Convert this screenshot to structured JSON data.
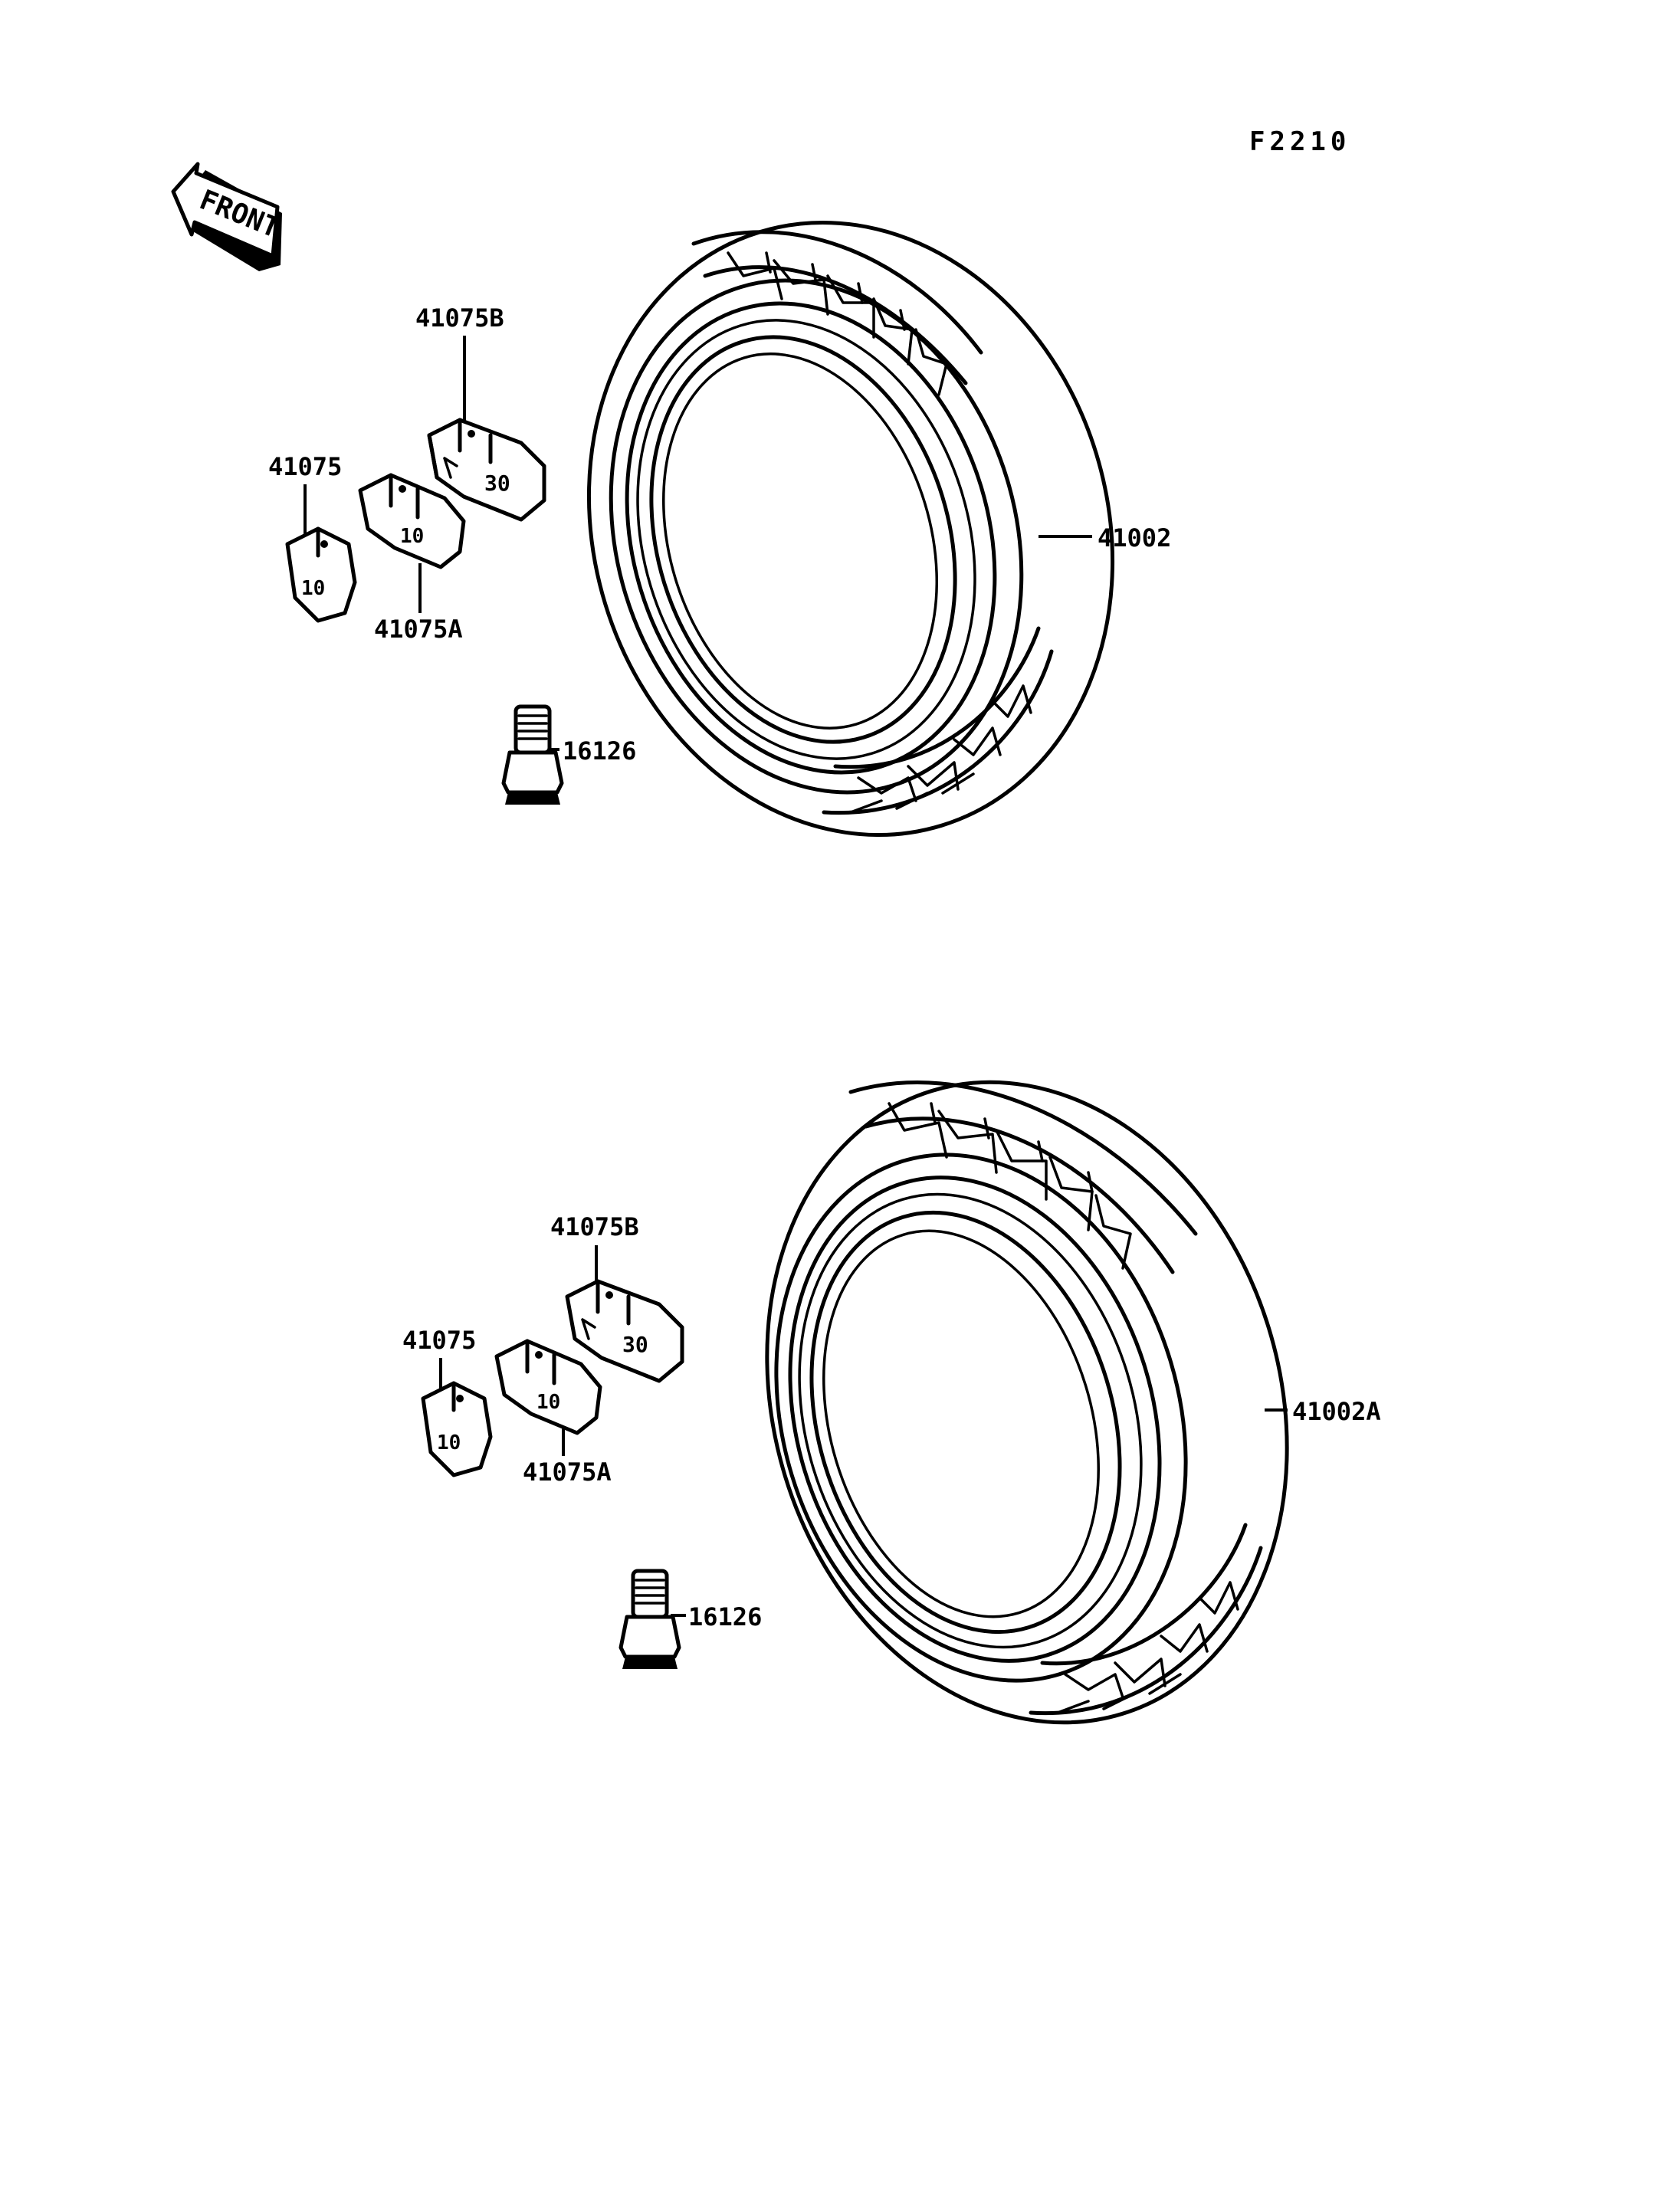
{
  "figure_code": "F2210",
  "front_label": "FRONT",
  "upper_group": {
    "tire": "41002",
    "weight": "41075",
    "weight_a": "41075A",
    "weight_b": "41075B",
    "valve": "16126"
  },
  "lower_group": {
    "tire": "41002A",
    "weight": "41075",
    "weight_a": "41075A",
    "weight_b": "41075B",
    "valve": "16126"
  },
  "weight_marks": {
    "small": "10",
    "large": "30"
  },
  "colors": {
    "ink": "#000000",
    "paper": "#ffffff"
  },
  "icons": [
    "front-arrow-icon",
    "tire-icon",
    "balance-weight-icon",
    "valve-icon"
  ]
}
